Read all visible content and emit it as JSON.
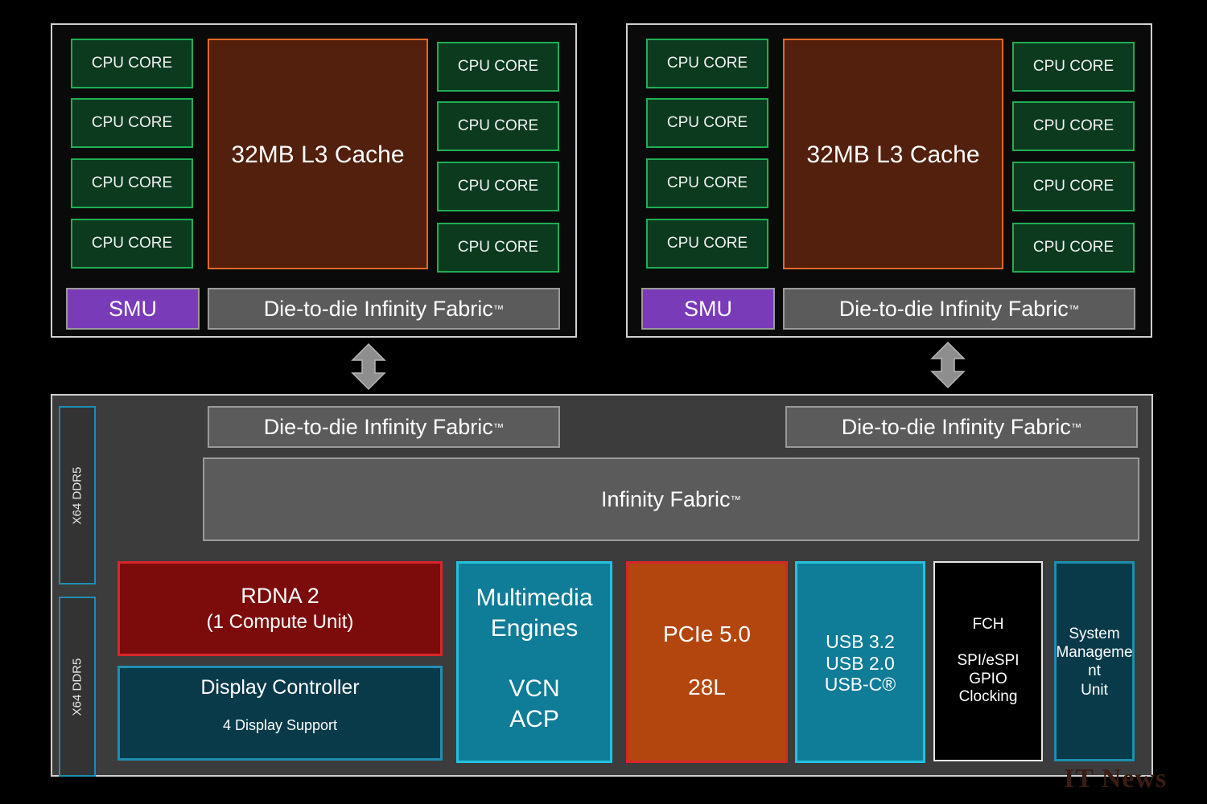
{
  "ccds": [
    {
      "left_cores": [
        "CPU CORE",
        "CPU CORE",
        "CPU CORE",
        "CPU CORE"
      ],
      "right_cores": [
        "CPU CORE",
        "CPU CORE",
        "CPU CORE",
        "CPU CORE"
      ],
      "cache": "32MB L3 Cache",
      "smu": "SMU",
      "fabric": "Die-to-die Infinity Fabric"
    },
    {
      "left_cores": [
        "CPU CORE",
        "CPU CORE",
        "CPU CORE",
        "CPU CORE"
      ],
      "right_cores": [
        "CPU CORE",
        "CPU CORE",
        "CPU CORE",
        "CPU CORE"
      ],
      "cache": "32MB L3 Cache",
      "smu": "SMU",
      "fabric": "Die-to-die Infinity Fabric"
    }
  ],
  "tm": "™",
  "iod": {
    "ddr": [
      "X64 DDR5",
      "X64 DDR5"
    ],
    "d2d_fabric": [
      "Die-to-die Infinity Fabric",
      "Die-to-die Infinity Fabric"
    ],
    "infinity_fabric": "Infinity Fabric",
    "rdna": {
      "title": "RDNA 2",
      "subtitle": "(1 Compute Unit)"
    },
    "display": {
      "title": "Display Controller",
      "subtitle": "4 Display Support"
    },
    "multimedia": {
      "lines": [
        "Multimedia",
        "Engines",
        "VCN",
        "ACP"
      ]
    },
    "pcie": {
      "lines": [
        "PCIe 5.0",
        "28L"
      ]
    },
    "usb": {
      "lines": [
        "USB 3.2",
        "USB 2.0",
        "USB-C®"
      ]
    },
    "fch": {
      "lines": [
        "FCH",
        "SPI/eSPI",
        "GPIO",
        "Clocking"
      ]
    },
    "smu_unit": {
      "lines": [
        "System",
        "Manageme",
        "nt",
        "Unit"
      ]
    }
  },
  "watermark": "IT News",
  "colors": {
    "core_green": "#1fae55",
    "cache_orange": "#e06a2a",
    "smu_purple": "#7a3bb8",
    "fabric_gray": "#5b5b5b",
    "rdna_red": "#7c0c0c",
    "multimedia_cyan": "#0f7c98",
    "pcie_orange": "#b3460e"
  },
  "icons": [
    "double-arrow-icon",
    "double-arrow-icon"
  ]
}
